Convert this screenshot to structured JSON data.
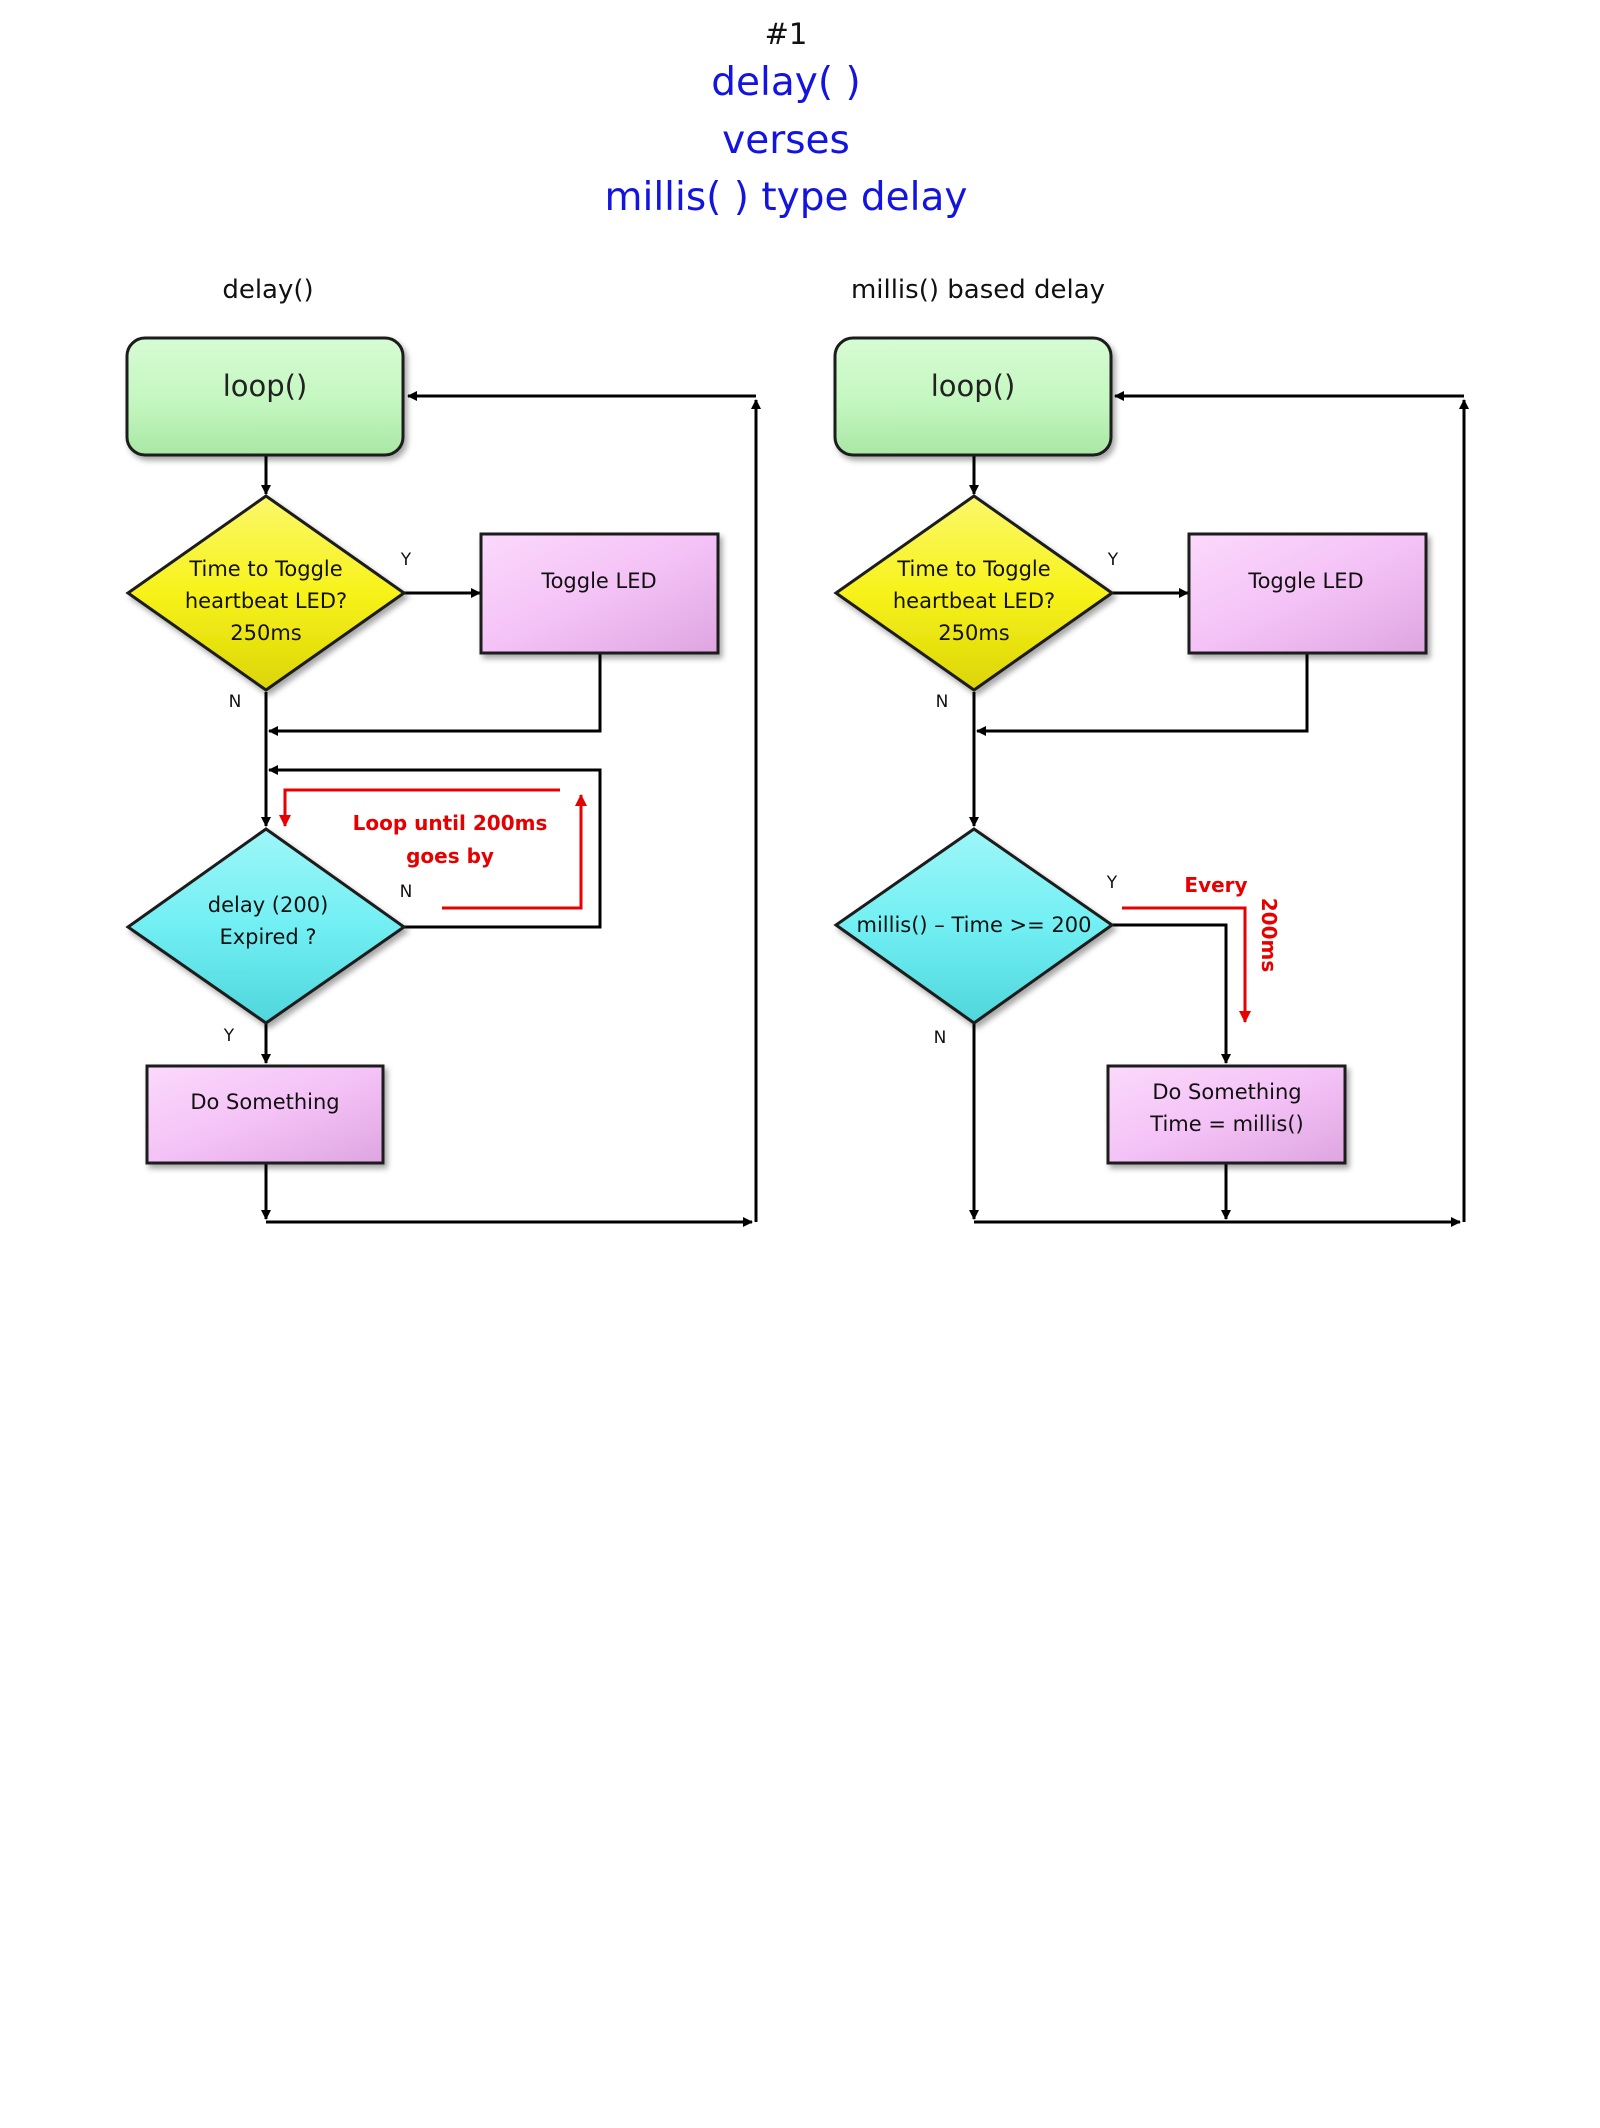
{
  "header": {
    "page_number": "#1",
    "title_lines": [
      "delay( )",
      "verses",
      "millis( ) type delay"
    ]
  },
  "left_chart": {
    "title": "delay()",
    "loop_label": "loop()",
    "decision1": [
      "Time to Toggle",
      "heartbeat LED?",
      "250ms"
    ],
    "toggle_label": "Toggle LED",
    "decision1_yes": "Y",
    "decision1_no": "N",
    "decision2": [
      "delay (200)",
      "Expired ?"
    ],
    "decision2_no": "N",
    "decision2_yes": "Y",
    "note": [
      "Loop until 200ms",
      "goes by"
    ],
    "action": "Do Something"
  },
  "right_chart": {
    "title": "millis() based delay",
    "loop_label": "loop()",
    "decision1": [
      "Time to Toggle",
      "heartbeat LED?",
      "250ms"
    ],
    "toggle_label": "Toggle LED",
    "decision1_yes": "Y",
    "decision1_no": "N",
    "decision2": "millis() – Time >= 200",
    "decision2_yes": "Y",
    "decision2_no": "N",
    "note_every": "Every",
    "note_interval": "200ms",
    "action": [
      "Do Something",
      "Time = millis()"
    ]
  },
  "colors": {
    "title_blue": "#1414e0",
    "loop_green": "#c4f7c0",
    "decision_yellow": "#f7f21a",
    "process_pink": "#f4c2f6",
    "decision_cyan": "#71eff3",
    "note_red": "#e60000"
  }
}
